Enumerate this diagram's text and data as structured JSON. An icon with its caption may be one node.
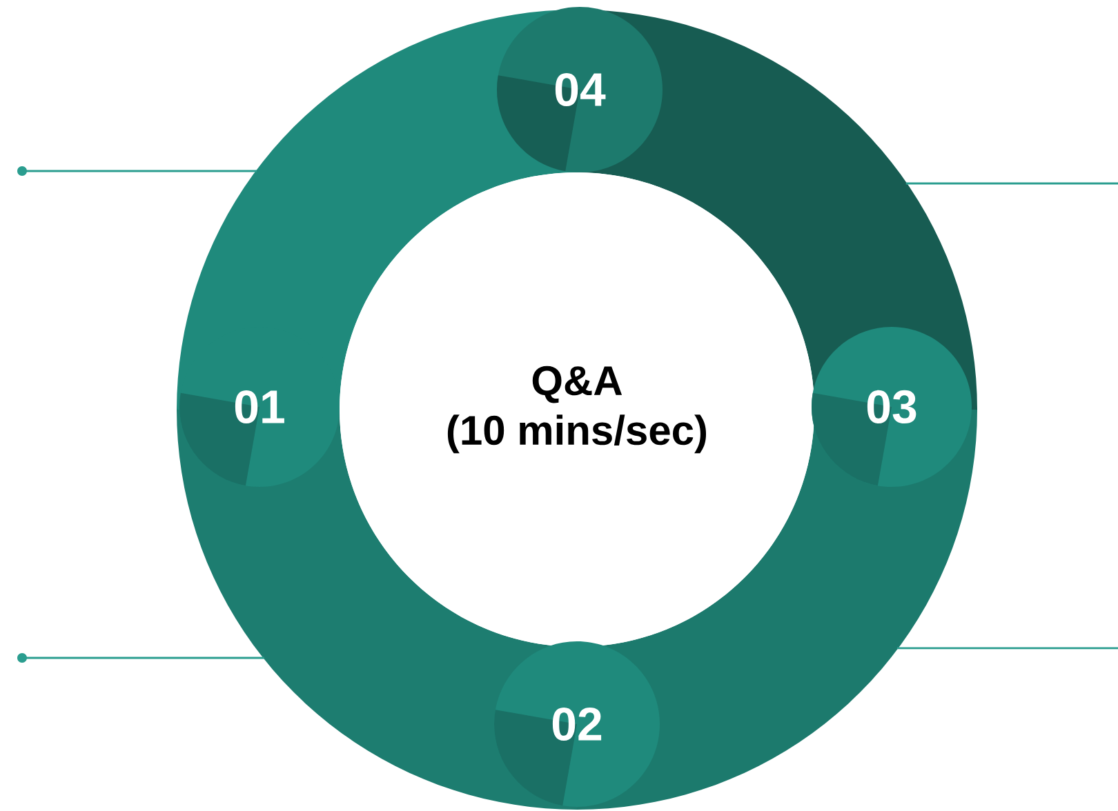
{
  "diagram": {
    "nodes": [
      {
        "text": [
          "04"
        ]
      },
      {
        "text": [
          "01"
        ]
      },
      {
        "text": [
          "Q&A",
          "(10 mins/sec)"
        ]
      },
      {
        "text": [
          "03"
        ]
      },
      {
        "text": [
          "02"
        ]
      },
      {
        "text": [],
        "shape": "band"
      },
      {
        "text": [],
        "shape": "band"
      },
      {
        "text": [],
        "shape": "band"
      },
      {
        "text": [],
        "shape": "band"
      }
    ],
    "edges": [
      {
        "from": null,
        "to": 5,
        "arrow": "other"
      },
      {
        "from": null,
        "to": 6,
        "arrow": "none"
      },
      {
        "from": null,
        "to": 7,
        "arrow": "other"
      },
      {
        "from": null,
        "to": 8,
        "arrow": "none"
      }
    ]
  }
}
